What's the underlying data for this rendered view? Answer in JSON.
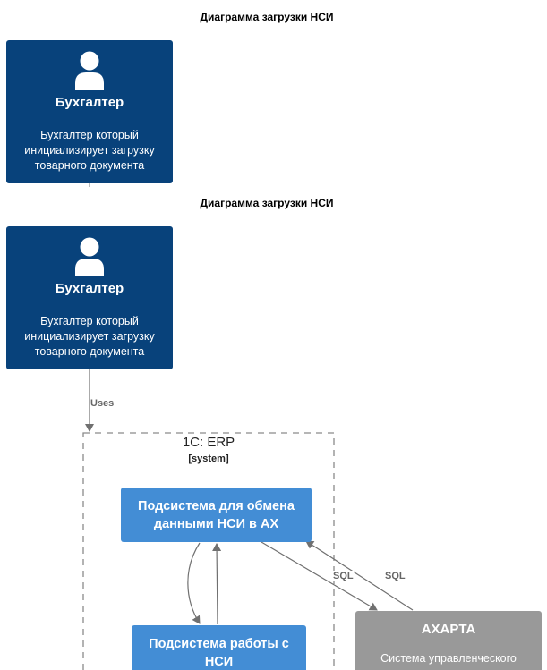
{
  "diagrams": [
    {
      "title": "Диаграмма загрузки НСИ"
    },
    {
      "title": "Диаграмма загрузки НСИ"
    }
  ],
  "persons": [
    {
      "name": "Бухгалтер",
      "description": [
        "Бухгалтер который",
        "инициализирует загрузку",
        "товарного документа"
      ]
    },
    {
      "name": "Бухгалтер",
      "description": [
        "Бухгалтер который",
        "инициализирует загрузку",
        "товарного документа"
      ]
    }
  ],
  "boundary": {
    "title": "1C: ERP",
    "type": "[system]"
  },
  "containers": [
    {
      "name": [
        "Подсистема для обмена",
        "данными НСИ в АХ"
      ]
    },
    {
      "name": [
        "Подсистема работы с",
        "НСИ"
      ]
    }
  ],
  "external_system": {
    "name": "AXAPTA",
    "description": "Система управленческого"
  },
  "relations": [
    {
      "label": "Uses"
    },
    {
      "label": "SQL"
    },
    {
      "label": "SQL"
    }
  ],
  "colors": {
    "person": "#08427b",
    "container": "#438dd5",
    "external": "#999999",
    "edge": "#707070",
    "boundary": "#8a8a8a"
  },
  "icons": {
    "person": "person-icon"
  }
}
